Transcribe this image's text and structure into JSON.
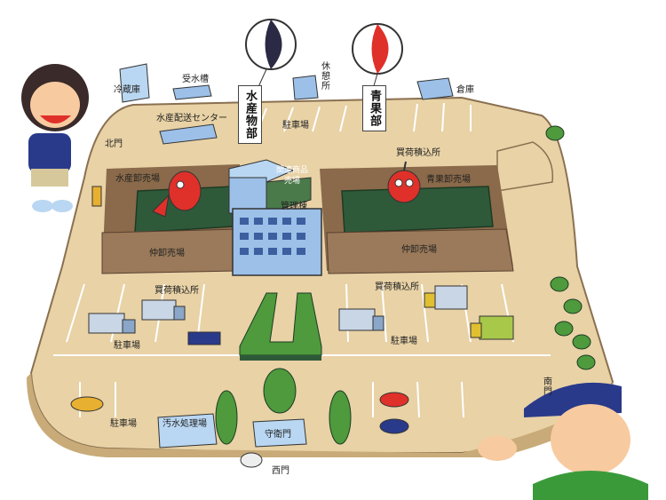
{
  "map": {
    "labels": {
      "reizoko": "冷蔵庫",
      "juusuiso": "受水槽",
      "kyukeijo": "休憩所",
      "soko": "倉庫",
      "suisan_haiso": "水産配送センター",
      "kitamon": "北門",
      "chushajo_top": "駐車場",
      "kaini_top_right": "買荷積込所",
      "suisan_oroshi": "水産卸売場",
      "seika_oroshi": "青果卸売場",
      "kanren_shohin": "関連商品売場",
      "kanri": "管理棟",
      "nakaoroshi_left": "仲卸売場",
      "nakaoroshi_right": "仲卸売場",
      "kaini_left": "買荷積込所",
      "kaini_right": "買荷積込所",
      "chushajo_left": "駐車場",
      "chushajo_right": "駐車場",
      "chushajo_bottom": "駐車場",
      "osui": "汚水処理場",
      "shueimon": "守衛門",
      "nishimon": "西門",
      "minamimon": "南門"
    },
    "banners": {
      "suisan_bu": "水産物部",
      "seika_bu": "青果部"
    },
    "colors": {
      "ground": "#e8d2a6",
      "ground_edge": "#c8ab78",
      "road_line": "#ffffff",
      "market_floor": "#9a7a5a",
      "market_roof": "#2f5a3a",
      "building_blue": "#9cc0e8",
      "sky_pale": "#b9d7f2",
      "tree_green": "#4e9a3c",
      "accent_red": "#e0302a"
    }
  }
}
